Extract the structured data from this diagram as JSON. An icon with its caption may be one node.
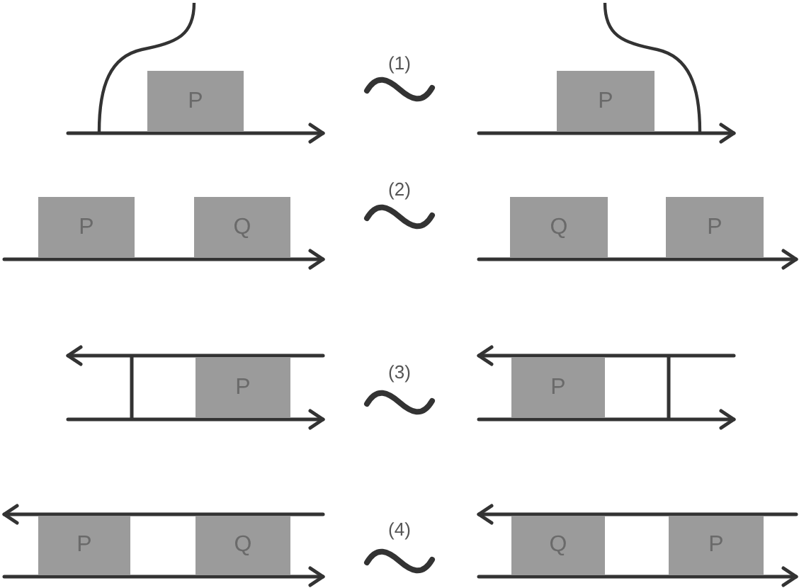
{
  "diagram": {
    "nodes": [
      {
        "text": [
          "P"
        ]
      },
      {
        "text": [
          "P"
        ]
      },
      {
        "text": [
          "P"
        ]
      },
      {
        "text": [
          "Q"
        ]
      },
      {
        "text": [
          "Q"
        ]
      },
      {
        "text": [
          "P"
        ]
      },
      {
        "text": [
          "P"
        ]
      },
      {
        "text": [
          "P"
        ]
      },
      {
        "text": [
          "P"
        ]
      },
      {
        "text": [
          "Q"
        ]
      },
      {
        "text": [
          "Q"
        ]
      },
      {
        "text": [
          "P"
        ]
      }
    ],
    "labels": [
      "(1)",
      "(2)",
      "(3)",
      "(4)"
    ]
  }
}
